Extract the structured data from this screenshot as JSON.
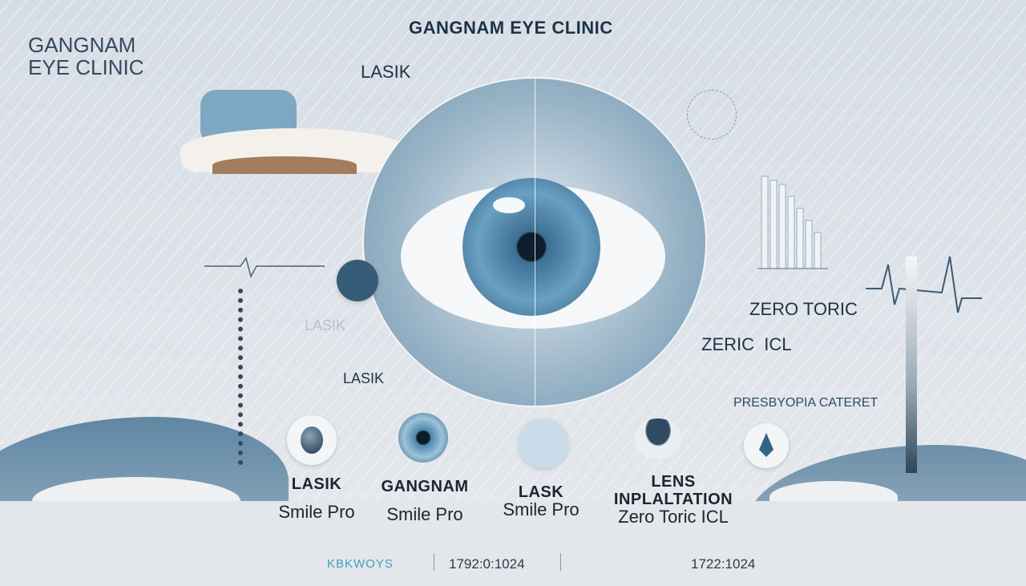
{
  "header": {
    "title": "GANGNAM EYE CLINIC",
    "logo_line1": "GANGNAM",
    "logo_line2": "EYE CLINIC"
  },
  "labels": {
    "lasik_top": "LASIK",
    "lasik_mid": "LASIK",
    "lasik_ghost": "LASIK",
    "zero_toric": "ZERO TORIC",
    "zeric_icl": "ZERIC  ICL",
    "presbyopia": "PRESBYOPIA CATERET"
  },
  "services": [
    {
      "title": "LASIK",
      "subtitle": "Smile Pro",
      "icon": "dark-lens-icon"
    },
    {
      "title": "GANGNAM",
      "subtitle": "Smile Pro",
      "icon": "iris-icon"
    },
    {
      "title": "LASK",
      "subtitle": "Smile Pro",
      "icon": "eye-icon"
    },
    {
      "title": "LENS INPLALTATION",
      "subtitle": "Zero Toric ICL",
      "icon": "lens-bowl-icon"
    }
  ],
  "footer": {
    "brand": "KBKWOYS",
    "code1": "1792:0:1024",
    "code2": "1722:1024"
  },
  "colors": {
    "accent": "#4a7a9c",
    "iris": "#4f86a8",
    "text": "#1e3246",
    "footer_brand": "#3f9fc0"
  }
}
